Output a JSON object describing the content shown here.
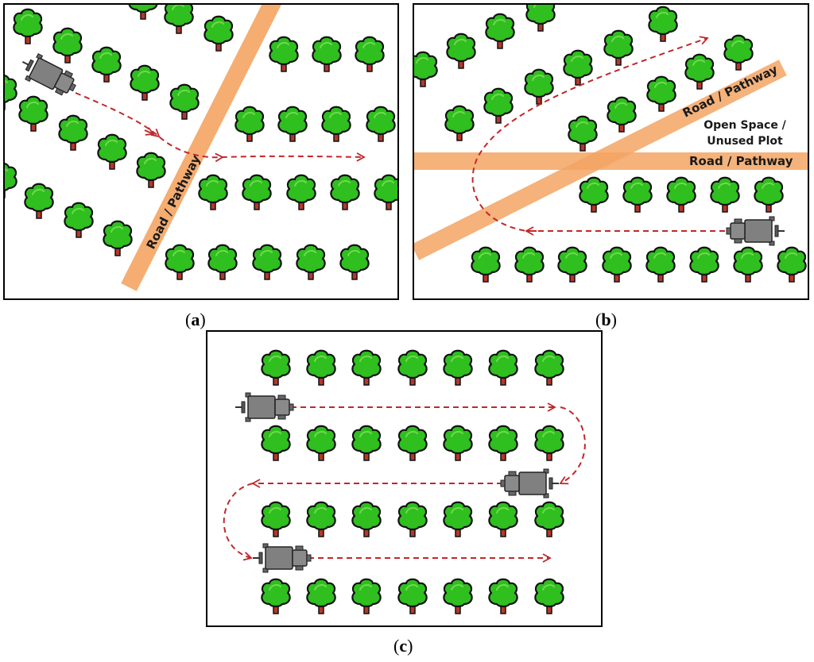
{
  "panels": {
    "a": {
      "label_open": "(",
      "label_letter": "a",
      "label_close": ")",
      "road_label": "Road / Pathway"
    },
    "b": {
      "label_open": "(",
      "label_letter": "b",
      "label_close": ")",
      "road_label_diagonal": "Road / Pathway",
      "road_label_horizontal": "Road / Pathway",
      "open_space_line1": "Open Space /",
      "open_space_line2": "Unused Plot"
    },
    "c": {
      "label_open": "(",
      "label_letter": "c",
      "label_close": ")"
    }
  },
  "colors": {
    "road": "#f4a563",
    "path": "#c0282a",
    "tree_canopy": "#2fbf1f",
    "tree_outline": "#111111",
    "tree_trunk": "#b5372a",
    "vehicle": "#808080",
    "frame": "#000000"
  },
  "icons": {
    "tree": "tree-icon",
    "vehicle": "tractor-icon",
    "arrow": "arrowhead-icon"
  }
}
